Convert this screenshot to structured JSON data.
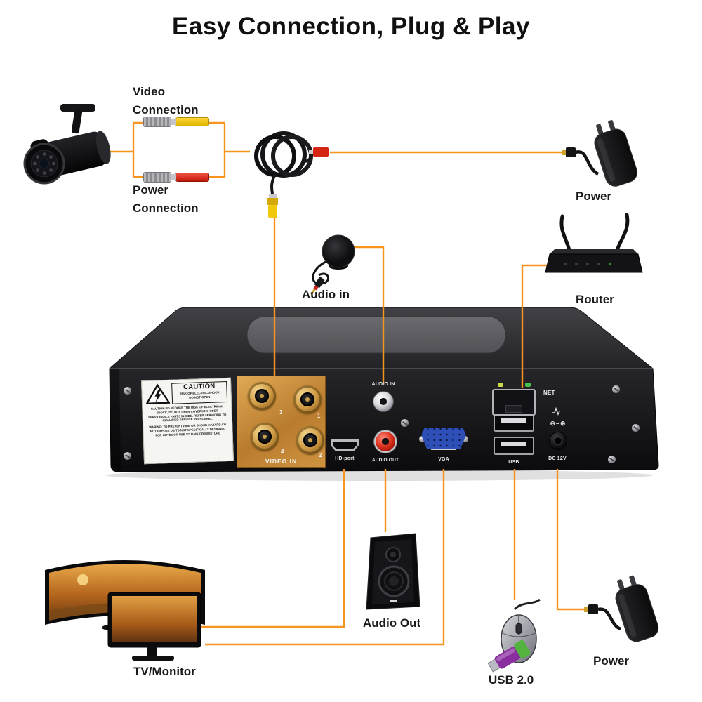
{
  "title": "Easy Connection, Plug & Play",
  "annotations": {
    "video_connection": "Video\nConnection",
    "power_connection": "Power\nConnection",
    "power_top": "Power",
    "audio_in": "Audio in",
    "router": "Router",
    "tv_monitor": "TV/Monitor",
    "audio_out": "Audio Out",
    "usb": "USB 2.0",
    "power_bottom": "Power"
  },
  "dvr": {
    "caution": {
      "title": "CAUTION",
      "risk_line": "RISK OF ELECTRIC SHOCK",
      "open_line": "DO NOT OPEN",
      "body1": "CAUTION:TO REDUCE THE RISK OF ELECTRICAL SHOCK, DO NOT OPEN COVERS.NO USER SERVICEABLE PARTS IN SIDE. REFER SERVICING TO QUALIFIED SERVICE PERSONNEL",
      "body2": "WARING: TO PREVENT FIRE OR SHOCK HAZARD.CO NOT EXPOSE UBITS NOT SPECIFICALLY DESIGNED FOR OUTDOOR USE TO RAIN OR MOISTURE"
    },
    "ports": {
      "video_in": "VIDEO IN",
      "bnc_numbers": [
        "3",
        "1",
        "4",
        "2"
      ],
      "audio_in": "AUDIO IN",
      "hd_port": "HD-port",
      "audio_out": "AUDIO OUT",
      "vga": "VGA",
      "usb": "USB",
      "net": "NET",
      "dc_12v": "DC 12V",
      "polarity": "⊖–⊕"
    }
  },
  "colors": {
    "connection_line": "#F7941E",
    "video_connector": "#F2C80A",
    "power_connector": "#D42414",
    "cable_gray": "#A8A8AC",
    "bnc_plate": "#C8893C",
    "vga_blue": "#2F4FB8",
    "led_left": "#C9D94A",
    "led_right": "#46C24A"
  }
}
